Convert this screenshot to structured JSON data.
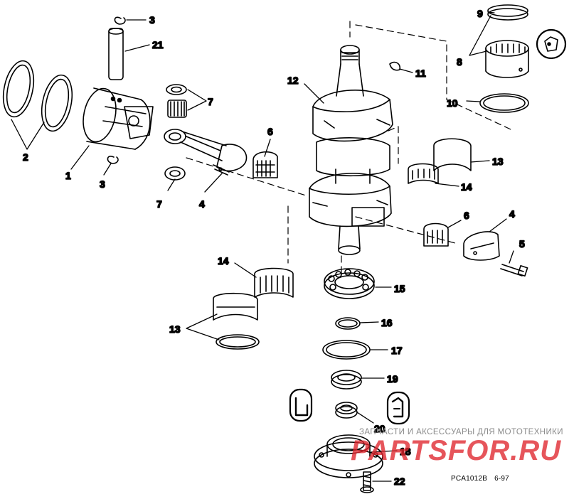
{
  "diagram": {
    "callouts": [
      {
        "id": "c3a",
        "text": "3"
      },
      {
        "id": "c21",
        "text": "21"
      },
      {
        "id": "c2",
        "text": "2"
      },
      {
        "id": "c1",
        "text": "1"
      },
      {
        "id": "c3b",
        "text": "3"
      },
      {
        "id": "c7a",
        "text": "7"
      },
      {
        "id": "c7b",
        "text": "7"
      },
      {
        "id": "c4a",
        "text": "4"
      },
      {
        "id": "c6a",
        "text": "6"
      },
      {
        "id": "c12",
        "text": "12"
      },
      {
        "id": "c11",
        "text": "11"
      },
      {
        "id": "c9",
        "text": "9"
      },
      {
        "id": "c8",
        "text": "8"
      },
      {
        "id": "c10",
        "text": "10"
      },
      {
        "id": "c13a",
        "text": "13"
      },
      {
        "id": "c14a",
        "text": "14"
      },
      {
        "id": "c6b",
        "text": "6"
      },
      {
        "id": "c4b",
        "text": "4"
      },
      {
        "id": "c5",
        "text": "5"
      },
      {
        "id": "c14b",
        "text": "14"
      },
      {
        "id": "c15",
        "text": "15"
      },
      {
        "id": "c13b",
        "text": "13"
      },
      {
        "id": "c16",
        "text": "16"
      },
      {
        "id": "c17",
        "text": "17"
      },
      {
        "id": "c19",
        "text": "19"
      },
      {
        "id": "c20",
        "text": "20"
      },
      {
        "id": "c18",
        "text": "18"
      },
      {
        "id": "c22",
        "text": "22"
      }
    ],
    "figure_code": "PCA1012B",
    "figure_date": "6-97",
    "icons": [
      "grease-lubricant-icon",
      "sealant-tube-icon",
      "sealant-tube-icon"
    ]
  },
  "watermark": {
    "tagline": "ЗАПЧАСТИ И АКСЕССУАРЫ ДЛЯ МОТОТЕХНИКИ",
    "brand": "PARTSFOR.RU",
    "color": "#e0262e"
  }
}
